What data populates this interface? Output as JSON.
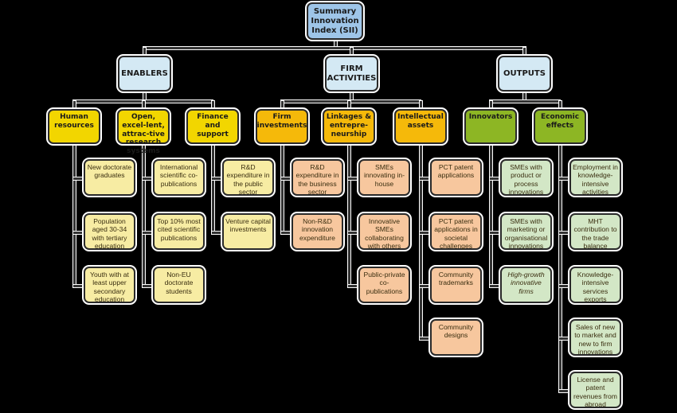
{
  "root": {
    "label": "Summary Innovation Index (SII)",
    "color": "#9ec5e8"
  },
  "groups": [
    {
      "label": "ENABLERS",
      "color": "#f2d600",
      "child_color": "#f7eca3",
      "dimensions": [
        {
          "label": "Human resources",
          "indicators": [
            "New doctorate graduates",
            "Population aged 30-34 with tertiary education",
            "Youth with at least upper secondary education"
          ]
        },
        {
          "label": "Open, excel-lent, attrac-tive research systems",
          "indicators": [
            "International scientific co-publications",
            "Top 10% most cited scientific publications",
            "Non-EU doctorate students"
          ]
        },
        {
          "label": "Finance and support",
          "indicators": [
            "R&D expenditure in the public sector",
            "Venture capital investments"
          ]
        }
      ]
    },
    {
      "label": "FIRM ACTIVITIES",
      "color": "#f5b90a",
      "child_color": "#f7c79e",
      "dimensions": [
        {
          "label": "Firm investments",
          "indicators": [
            "R&D expenditure in the business sector",
            "Non-R&D innovation expenditure"
          ]
        },
        {
          "label": "Linkages & entrepre-neurship",
          "indicators": [
            "SMEs innovating in-house",
            "Innovative SMEs collaborating with others",
            "Public-private co-publications"
          ]
        },
        {
          "label": "Intellectual assets",
          "indicators": [
            "PCT patent applications",
            "PCT patent applications in societal challenges",
            "Community trademarks",
            "Community designs"
          ]
        }
      ]
    },
    {
      "label": "OUTPUTS",
      "color": "#8db624",
      "child_color": "#d3e7c6",
      "dimensions": [
        {
          "label": "Innovators",
          "indicators": [
            "SMEs with product or process innovations",
            "SMEs with marketing or organisational innovations",
            "High-growth innovative firms"
          ]
        },
        {
          "label": "Economic effects",
          "indicators": [
            "Employment in knowledge-intensive activities",
            "MHT contribution to the trade balance",
            "Knowledge-intensive services exports",
            "Sales of new to market and new to firm innovations",
            "License and patent revenues from abroad"
          ]
        }
      ]
    }
  ]
}
